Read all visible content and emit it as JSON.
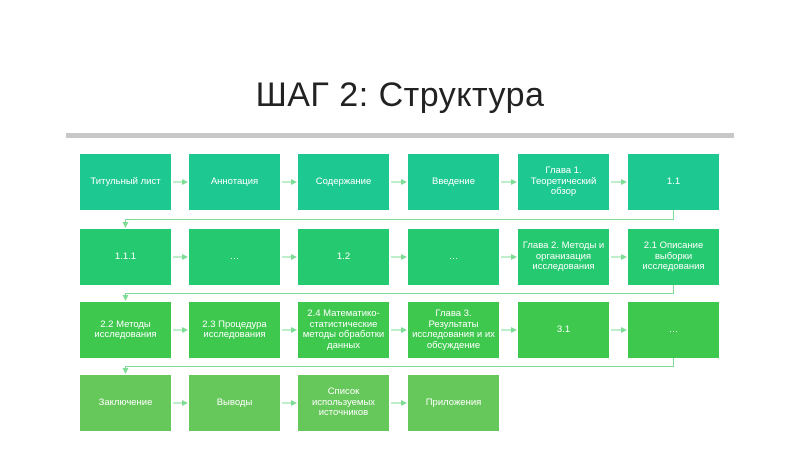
{
  "title": "ШАГ 2: Структура",
  "rows": [
    {
      "color": "#1ec891",
      "items": [
        "Титульный лист",
        "Аннотация",
        "Содержание",
        "Введение",
        "Глава 1. Теоретический обзор",
        "1.1"
      ]
    },
    {
      "color": "#25c96f",
      "items": [
        "1.1.1",
        "…",
        "1.2",
        "…",
        "Глава 2. Методы и организация исследования",
        "2.1 Описание выборки исследования"
      ]
    },
    {
      "color": "#3ec84e",
      "items": [
        "2.2 Методы исследования",
        "2.3 Процедура исследования",
        "2.4 Математико-статистические методы обработки данных",
        "Глава 3. Результаты исследования и их обсуждение",
        "3.1",
        "…"
      ]
    },
    {
      "color": "#66c75a",
      "items": [
        "Заключение",
        "Выводы",
        "Список используемых источников",
        "Приложения"
      ]
    }
  ],
  "connector_color": "#7fdc97"
}
